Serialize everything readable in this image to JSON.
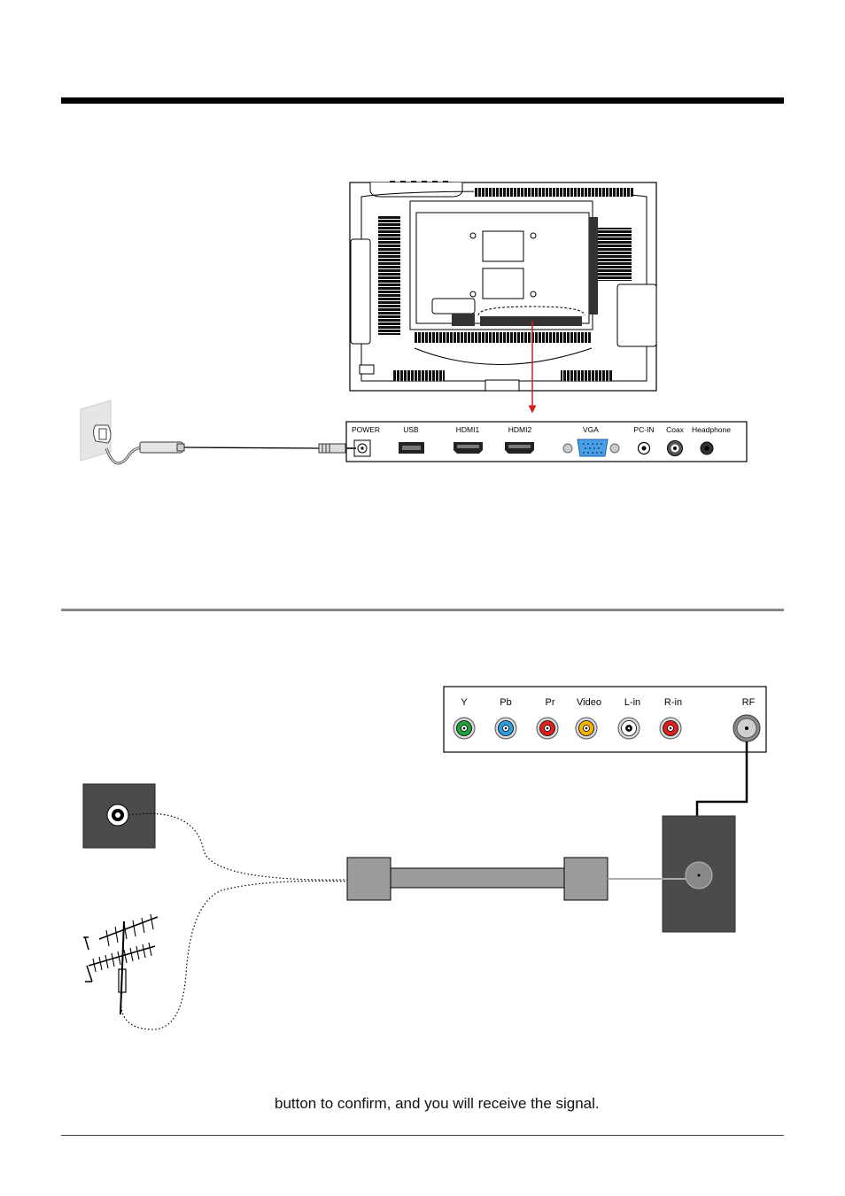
{
  "panel_ports": [
    "POWER",
    "USB",
    "HDMI1",
    "HDMI2",
    "VGA",
    "PC-IN",
    "Coax",
    "Headphone"
  ],
  "av_ports": [
    "Y",
    "Pb",
    "Pr",
    "Video",
    "L-in",
    "R-in",
    "RF"
  ],
  "av_port_colors": [
    "#1fa03a",
    "#2a9ee0",
    "#e0201c",
    "#f2b400",
    "#ffffff",
    "#e0201c"
  ],
  "footer_text": "button to confirm, and you will receive the signal."
}
